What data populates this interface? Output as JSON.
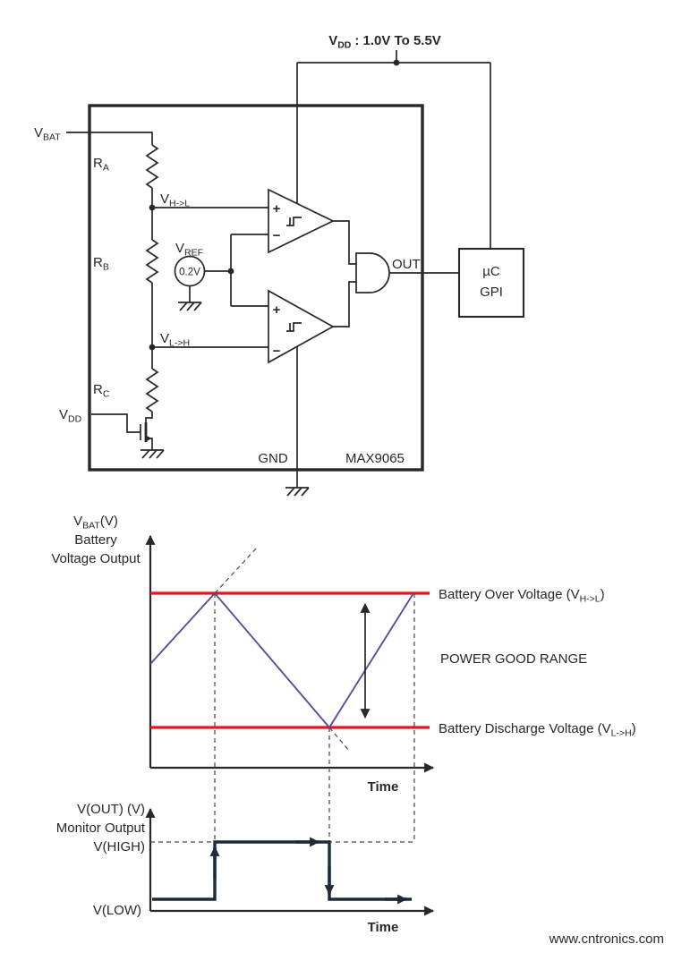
{
  "colors": {
    "ink": "#2b2627",
    "red": "#e8131d",
    "purple": "#5e4a97",
    "navy": "#1c2b39",
    "watermark": "#b5d878"
  },
  "supply": {
    "pre": "V",
    "sub": "DD",
    "post": ": 1.0V To 5.5V"
  },
  "chip": {
    "part": "MAX9065",
    "gnd_label": "GND",
    "out_label": "OUT",
    "vbat": {
      "pre": "V",
      "sub": "BAT"
    },
    "ra": {
      "pre": "R",
      "sub": "A"
    },
    "rb": {
      "pre": "R",
      "sub": "B"
    },
    "rc": {
      "pre": "R",
      "sub": "C"
    },
    "vhl": {
      "pre": "V",
      "sub": "H->L"
    },
    "vlh": {
      "pre": "V",
      "sub": "L->H"
    },
    "vref": {
      "pre": "V",
      "sub": "REF"
    },
    "vref_value": "0.2V",
    "fet_vdd": {
      "pre": "V",
      "sub": "DD"
    },
    "comp_top": {
      "plus": "+",
      "minus": "−"
    },
    "comp_bottom": {
      "plus": "+",
      "minus": "−"
    }
  },
  "mcu": {
    "line1": "µC",
    "line2": "GPI"
  },
  "graph_battery": {
    "y_label_1": {
      "pre": "V",
      "sub": "BAT",
      "post": "(V)"
    },
    "y_label_2": "Battery",
    "y_label_3": "Voltage Output",
    "over_voltage": {
      "pre": "Battery Over Voltage (V",
      "sub": "H->L",
      "post": ")"
    },
    "discharge_voltage": {
      "pre": "Battery Discharge Voltage (V",
      "sub": "L->H",
      "post": ")"
    },
    "power_good": "POWER GOOD RANGE",
    "x_label": "Time"
  },
  "graph_output": {
    "y_label_1": "V(OUT) (V)",
    "y_label_2": "Monitor Output",
    "y_label_3": "V(HIGH)",
    "low_label": "V(LOW)",
    "x_label": "Time"
  },
  "watermark": "www.cntronics.com"
}
